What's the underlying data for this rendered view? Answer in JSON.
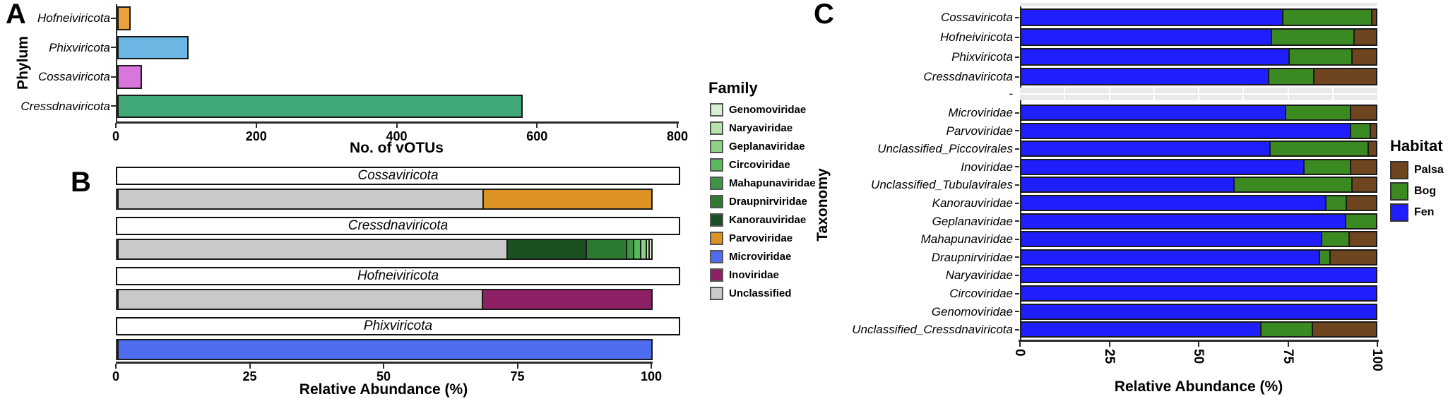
{
  "panel_labels": {
    "a": "A",
    "b": "B",
    "c": "C"
  },
  "chart_data": [
    {
      "id": "A",
      "type": "bar",
      "orientation": "horizontal",
      "ylabel": "Phylum",
      "xlabel": "No. of vOTUs",
      "xlim": [
        0,
        800
      ],
      "x_ticks": [
        0,
        200,
        400,
        600,
        800
      ],
      "categories": [
        "Hofneiviricota",
        "Phixviricota",
        "Cossaviricota",
        "Cressdnaviricota"
      ],
      "values": [
        19,
        102,
        35,
        578
      ],
      "colors": [
        "#E9A23B",
        "#6CB6E4",
        "#D976DC",
        "#41A878"
      ]
    },
    {
      "id": "B",
      "type": "stacked_bar",
      "orientation": "horizontal",
      "stack_unit": "percent",
      "xlabel": "Relative Abundance (%)",
      "xlim": [
        0,
        100
      ],
      "x_ticks": [
        0,
        25,
        50,
        75,
        100
      ],
      "legend_title": "Family",
      "legend": [
        {
          "label": "Genomoviridae",
          "color": "#D9F0D3"
        },
        {
          "label": "Naryaviridae",
          "color": "#B7E3AC"
        },
        {
          "label": "Geplanaviridae",
          "color": "#8DD185"
        },
        {
          "label": "Circoviridae",
          "color": "#5CB85E"
        },
        {
          "label": "Mahapunaviridae",
          "color": "#3E9644"
        },
        {
          "label": "Draupnirviridae",
          "color": "#2C7B31"
        },
        {
          "label": "Kanorauviridae",
          "color": "#1B5023"
        },
        {
          "label": "Parvoviridae",
          "color": "#DC9323"
        },
        {
          "label": "Microviridae",
          "color": "#4D6CF0"
        },
        {
          "label": "Inoviridae",
          "color": "#8E2166"
        },
        {
          "label": "Unclassified",
          "color": "#C9C9C9"
        }
      ],
      "facets": [
        {
          "title": "Cossaviricota",
          "segments": [
            {
              "family": "Unclassified",
              "value": 68.5
            },
            {
              "family": "Parvoviridae",
              "value": 31.5
            }
          ]
        },
        {
          "title": "Cressdnaviricota",
          "segments": [
            {
              "family": "Unclassified",
              "value": 73.0
            },
            {
              "family": "Kanorauviridae",
              "value": 14.7
            },
            {
              "family": "Draupnirviridae",
              "value": 7.6
            },
            {
              "family": "Mahapunaviridae",
              "value": 1.3
            },
            {
              "family": "Circoviridae",
              "value": 1.3
            },
            {
              "family": "Geplanaviridae",
              "value": 1.0
            },
            {
              "family": "Naryaviridae",
              "value": 0.6
            },
            {
              "family": "Genomoviridae",
              "value": 0.5
            }
          ]
        },
        {
          "title": "Hofneiviricota",
          "segments": [
            {
              "family": "Unclassified",
              "value": 68.3
            },
            {
              "family": "Inoviridae",
              "value": 31.7
            }
          ]
        },
        {
          "title": "Phixviricota",
          "segments": [
            {
              "family": "Microviridae",
              "value": 100
            }
          ]
        }
      ]
    },
    {
      "id": "C",
      "type": "stacked_bar",
      "orientation": "horizontal",
      "stack_unit": "percent",
      "ylabel": "Taxonomy",
      "xlabel": "Relative Abundance (%)",
      "xlim": [
        0,
        100
      ],
      "x_ticks": [
        0,
        25,
        50,
        75,
        100
      ],
      "legend_title": "Habitat",
      "legend": [
        {
          "label": "Palsa",
          "color": "#6F4520"
        },
        {
          "label": "Bog",
          "color": "#3A8A21"
        },
        {
          "label": "Fen",
          "color": "#1F1EFC"
        }
      ],
      "series_order": [
        "Fen",
        "Bog",
        "Palsa"
      ],
      "spacer_label": "-",
      "groups": [
        {
          "rows": [
            {
              "taxon": "Cossaviricota",
              "Fen": 73.7,
              "Bog": 24.9,
              "Palsa": 1.4
            },
            {
              "taxon": "Hofneiviricota",
              "Fen": 70.6,
              "Bog": 23.0,
              "Palsa": 6.4
            },
            {
              "taxon": "Phixviricota",
              "Fen": 75.5,
              "Bog": 17.5,
              "Palsa": 7.0
            },
            {
              "taxon": "Cressdnaviricota",
              "Fen": 69.7,
              "Bog": 12.8,
              "Palsa": 17.5
            }
          ]
        },
        {
          "rows": [
            {
              "taxon": "Microviridae",
              "Fen": 74.6,
              "Bog": 18.0,
              "Palsa": 7.4
            },
            {
              "taxon": "Parvoviridae",
              "Fen": 92.7,
              "Bog": 5.5,
              "Palsa": 1.8
            },
            {
              "taxon": "Unclassified_Piccovirales",
              "Fen": 70.2,
              "Bog": 27.4,
              "Palsa": 2.4
            },
            {
              "taxon": "Inoviridae",
              "Fen": 79.7,
              "Bog": 12.9,
              "Palsa": 7.4
            },
            {
              "taxon": "Unclassified_Tubulavirales",
              "Fen": 60.0,
              "Bog": 33.1,
              "Palsa": 6.9
            },
            {
              "taxon": "Kanorauviridae",
              "Fen": 85.8,
              "Bog": 5.8,
              "Palsa": 8.4
            },
            {
              "taxon": "Geplanaviridae",
              "Fen": 91.4,
              "Bog": 8.6,
              "Palsa": 0
            },
            {
              "taxon": "Mahapunaviridae",
              "Fen": 84.6,
              "Bog": 7.7,
              "Palsa": 7.7
            },
            {
              "taxon": "Draupnirviridae",
              "Fen": 84.0,
              "Bog": 3.0,
              "Palsa": 13.0
            },
            {
              "taxon": "Naryaviridae",
              "Fen": 100,
              "Bog": 0,
              "Palsa": 0
            },
            {
              "taxon": "Circoviridae",
              "Fen": 100,
              "Bog": 0,
              "Palsa": 0
            },
            {
              "taxon": "Genomoviridae",
              "Fen": 100,
              "Bog": 0,
              "Palsa": 0
            },
            {
              "taxon": "Unclassified_Cressdnaviricota",
              "Fen": 67.5,
              "Bog": 14.5,
              "Palsa": 18.0
            }
          ]
        }
      ]
    }
  ]
}
